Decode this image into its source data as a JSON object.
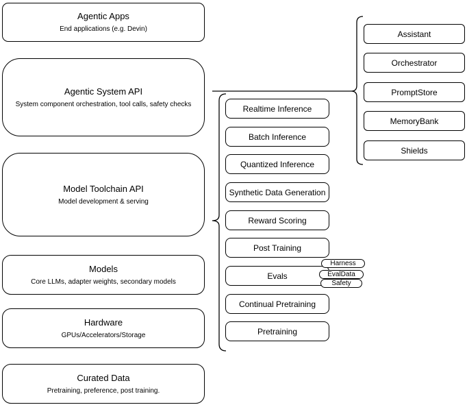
{
  "diagram": {
    "left_stack": [
      {
        "title": "Agentic Apps",
        "subtitle": "End applications (e.g. Devin)"
      },
      {
        "title": "Agentic System API",
        "subtitle": "System component orchestration, tool calls, safety checks"
      },
      {
        "title": "Model Toolchain API",
        "subtitle": "Model development & serving"
      },
      {
        "title": "Models",
        "subtitle": "Core LLMs, adapter weights, secondary models"
      },
      {
        "title": "Hardware",
        "subtitle": "GPUs/Accelerators/Storage"
      },
      {
        "title": "Curated Data",
        "subtitle": "Pretraining, preference, post training."
      }
    ],
    "toolchain_components": [
      "Realtime Inference",
      "Batch Inference",
      "Quantized Inference",
      "Synthetic Data Generation",
      "Reward Scoring",
      "Post Training",
      "Evals",
      "Continual Pretraining",
      "Pretraining"
    ],
    "evals_sub_components": [
      "Harness",
      "EvalData",
      "Safety"
    ],
    "system_components": [
      "Assistant",
      "Orchestrator",
      "PromptStore",
      "MemoryBank",
      "Shields"
    ],
    "colors": {
      "stroke": "#000000",
      "background": "#ffffff",
      "text": "#000000"
    }
  }
}
